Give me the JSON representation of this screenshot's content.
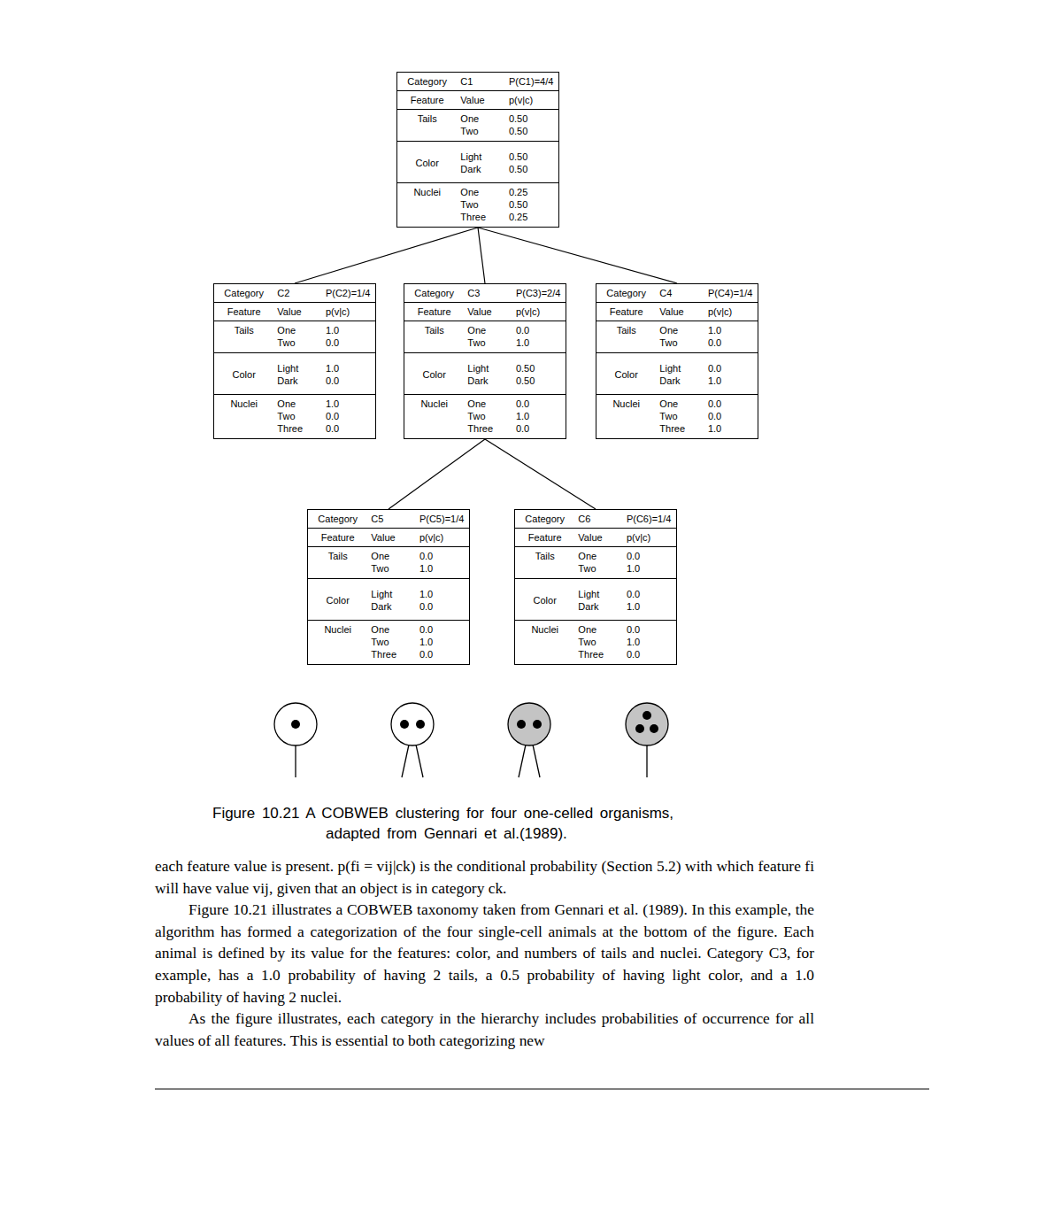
{
  "diagram": {
    "caption": "Figure 10.21 A COBWEB clustering for four one-celled organisms, adapted from Gennari et al.(1989).",
    "nodes": [
      {
        "text": [
          "Category",
          "C1",
          "P(C1)=4/4",
          "Feature",
          "Value",
          "p(v|c)",
          "Tails",
          "One",
          "0.50",
          "Two",
          "0.50",
          "Color",
          "Light",
          "0.50",
          "Dark",
          "0.50",
          "Nuclei",
          "One",
          "0.25",
          "Two",
          "0.50",
          "Three",
          "0.25"
        ]
      },
      {
        "text": [
          "Category",
          "C2",
          "P(C2)=1/4",
          "Feature",
          "Value",
          "p(v|c)",
          "Tails",
          "One",
          "1.0",
          "Two",
          "0.0",
          "Color",
          "Light",
          "1.0",
          "Dark",
          "0.0",
          "Nuclei",
          "One",
          "1.0",
          "Two",
          "0.0",
          "Three",
          "0.0"
        ]
      },
      {
        "text": [
          "Category",
          "C3",
          "P(C3)=2/4",
          "Feature",
          "Value",
          "p(v|c)",
          "Tails",
          "One",
          "0.0",
          "Two",
          "1.0",
          "Color",
          "Light",
          "0.50",
          "Dark",
          "0.50",
          "Nuclei",
          "One",
          "0.0",
          "Two",
          "1.0",
          "Three",
          "0.0"
        ]
      },
      {
        "text": [
          "Category",
          "C4",
          "P(C4)=1/4",
          "Feature",
          "Value",
          "p(v|c)",
          "Tails",
          "One",
          "1.0",
          "Two",
          "0.0",
          "Color",
          "Light",
          "0.0",
          "Dark",
          "1.0",
          "Nuclei",
          "One",
          "0.0",
          "Two",
          "0.0",
          "Three",
          "1.0"
        ]
      },
      {
        "text": [
          "Category",
          "C5",
          "P(C5)=1/4",
          "Feature",
          "Value",
          "p(v|c)",
          "Tails",
          "One",
          "0.0",
          "Two",
          "1.0",
          "Color",
          "Light",
          "1.0",
          "Dark",
          "0.0",
          "Nuclei",
          "One",
          "0.0",
          "Two",
          "1.0",
          "Three",
          "0.0"
        ]
      },
      {
        "text": [
          "Category",
          "C6",
          "P(C6)=1/4",
          "Feature",
          "Value",
          "p(v|c)",
          "Tails",
          "One",
          "0.0",
          "Two",
          "1.0",
          "Color",
          "Light",
          "0.0",
          "Dark",
          "1.0",
          "Nuclei",
          "One",
          "0.0",
          "Two",
          "1.0",
          "Three",
          "0.0"
        ]
      }
    ],
    "edges": [
      {
        "from": 0,
        "to": 1,
        "arrow": "none"
      },
      {
        "from": 0,
        "to": 2,
        "arrow": "none"
      },
      {
        "from": 0,
        "to": 3,
        "arrow": "none"
      },
      {
        "from": 2,
        "to": 4,
        "arrow": "none"
      },
      {
        "from": 2,
        "to": 5,
        "arrow": "none"
      }
    ],
    "labels": [
      "each feature value is present. p(fi = vij|ck) is the conditional probability (Section 5.2) with which feature fi will have value vij, given that an object is in category ck.",
      "Figure 10.21 illustrates a COBWEB taxonomy taken from Gennari et al. (1989). In this example, the algorithm has formed a categorization of the four single-cell animals at the bottom of the figure. Each animal is defined by its value for the features: color, and numbers of tails and nuclei. Category C3, for example, has a 1.0 probability of having 2 tails, a 0.5 probability of having light color, and a 1.0 probability of having 2 nuclei.",
      "As the figure illustrates, each category in the hierarchy includes probabilities of occurrence for all values of all features. This is essential to both categorizing new"
    ]
  }
}
